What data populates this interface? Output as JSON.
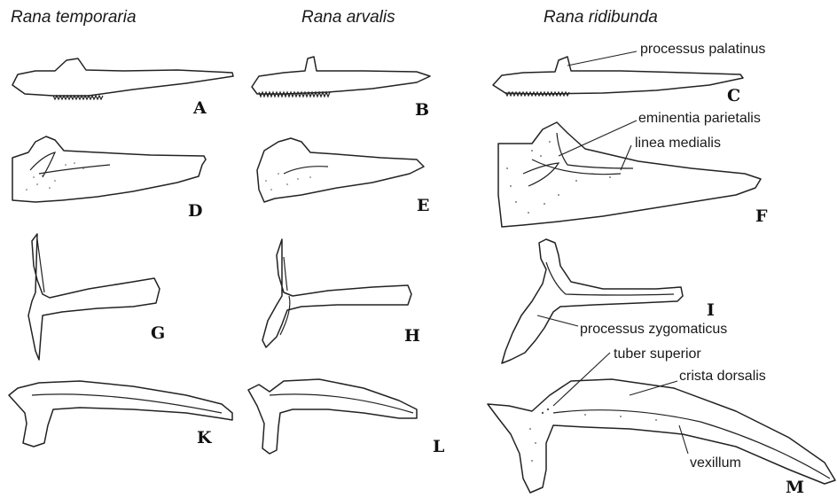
{
  "species": {
    "temporaria": "Rana temporaria",
    "arvalis": "Rana arvalis",
    "ridibunda": "Rana ridibunda"
  },
  "letters": {
    "A": "A",
    "B": "B",
    "C": "C",
    "D": "D",
    "E": "E",
    "F": "F",
    "G": "G",
    "H": "H",
    "I": "I",
    "K": "K",
    "L": "L",
    "M": "M"
  },
  "labels": {
    "processus_palatinus": "processus palatinus",
    "eminentia_parietalis": "eminentia parietalis",
    "linea_medialis": "linea medialis",
    "processus_zygomaticus": "processus zygomaticus",
    "tuber_superior": "tuber superior",
    "crista_dorsalis": "crista dorsalis",
    "vexillum": "vexillum"
  },
  "colors": {
    "ink": "#222222",
    "paper": "#ffffff"
  }
}
